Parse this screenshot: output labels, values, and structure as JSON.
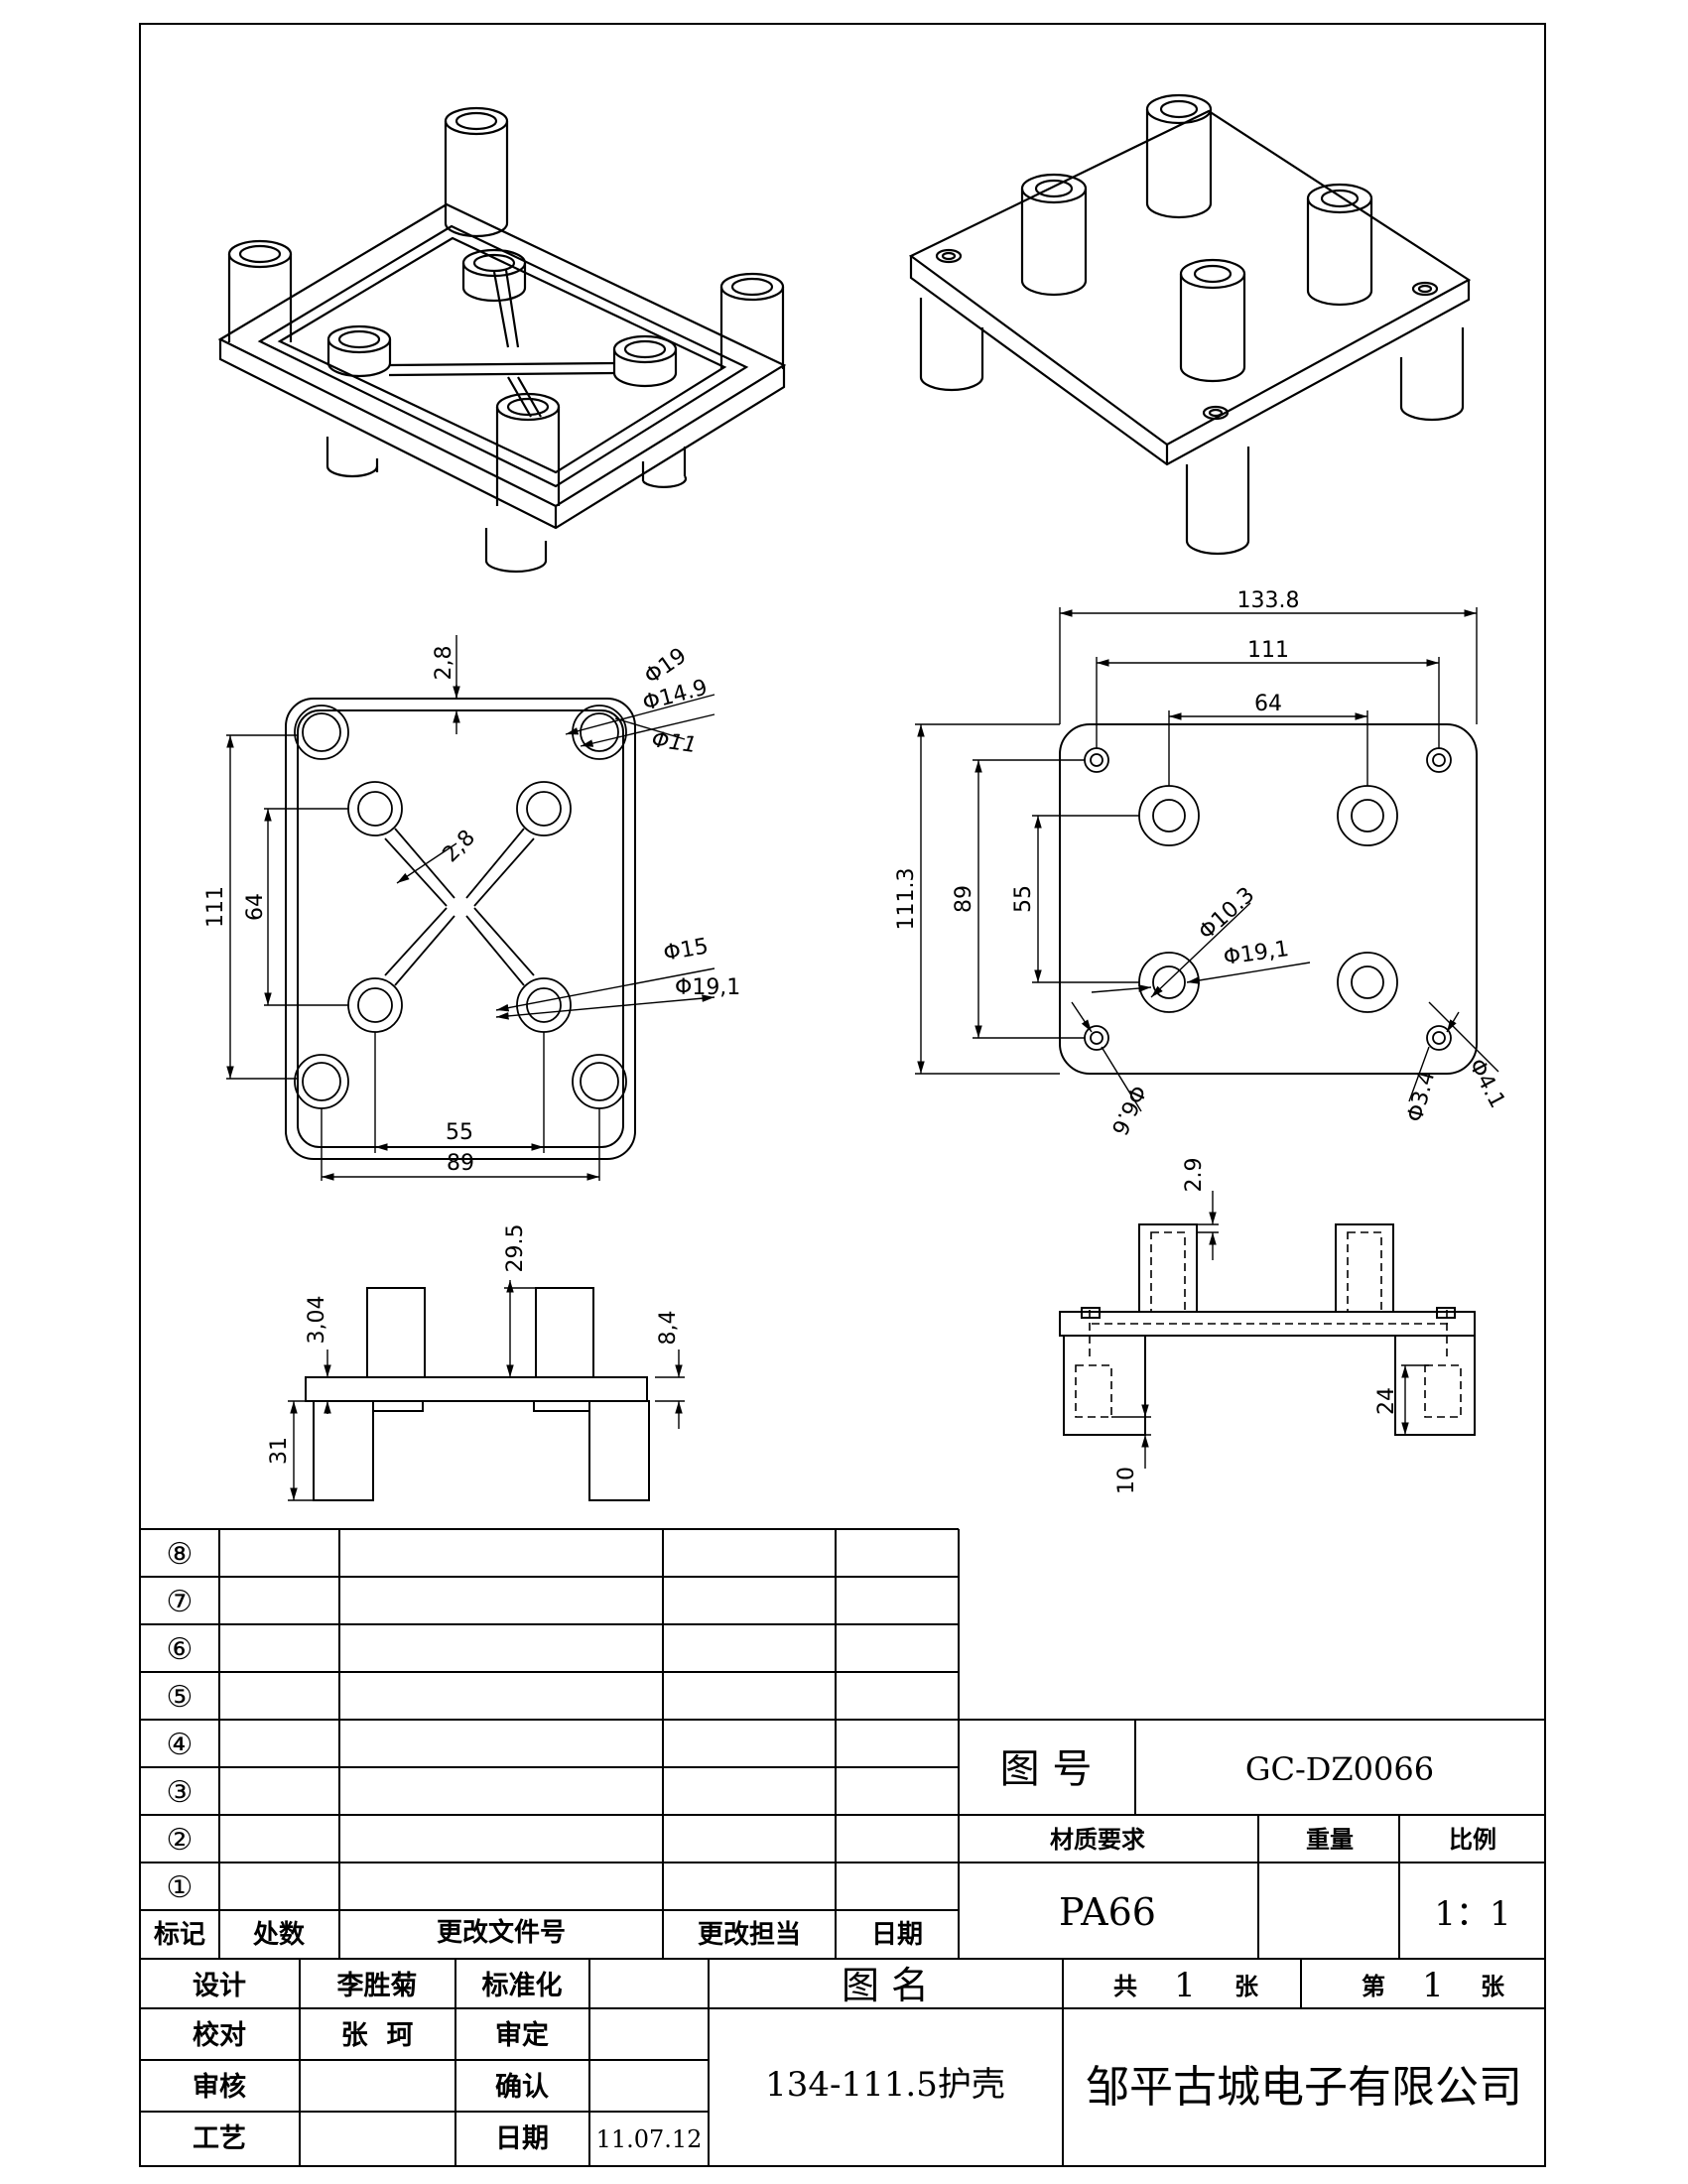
{
  "dimensions": {
    "top_view": {
      "wall": "2,8",
      "d19": "Φ19",
      "d149": "Φ14.9",
      "d11": "Φ11",
      "rib": "2,8",
      "d15": "Φ15",
      "d191": "Φ19,1",
      "h111": "111",
      "h64": "64",
      "w55": "55",
      "w89": "89"
    },
    "bottom_view": {
      "w1338": "133.8",
      "w111": "111",
      "w64": "64",
      "h1113": "111.3",
      "h89": "89",
      "h55": "55",
      "d103": "Φ10.3",
      "d191": "Φ19,1",
      "d66": "Φ6.6",
      "d34": "Φ3.4",
      "d41": "Φ4.1"
    },
    "side_view": {
      "h295": "29.5",
      "h304": "3,04",
      "h84": "8,4",
      "h31": "31"
    },
    "section_view": {
      "h29": "2.9",
      "h24": "24",
      "h10": "10"
    }
  },
  "revision_table": {
    "row_marks": [
      "⑧",
      "⑦",
      "⑥",
      "⑤",
      "④",
      "③",
      "②",
      "①"
    ],
    "headers": [
      "标记",
      "处数",
      "更改文件号",
      "更改担当",
      "日期"
    ]
  },
  "title_block": {
    "drawing_no_label": "图 号",
    "drawing_no": "GC-DZ0066",
    "material_label": "材质要求",
    "weight_label": "重量",
    "scale_label": "比例",
    "material": "PA66",
    "scale": "1：1",
    "name_label": "图 名",
    "total_label": "共",
    "total_value": "1",
    "sheet_unit": "张",
    "sheet_label": "第",
    "sheet_value": "1",
    "part_name": "134-111.5护壳",
    "company": "邹平古城电子有限公司",
    "roles": [
      {
        "label": "设计",
        "value": "李胜菊"
      },
      {
        "label": "校对",
        "value": "张  珂"
      },
      {
        "label": "审核",
        "value": ""
      },
      {
        "label": "工艺",
        "value": ""
      }
    ],
    "approvals": [
      {
        "label": "标准化",
        "value": ""
      },
      {
        "label": "审定",
        "value": ""
      },
      {
        "label": "确认",
        "value": ""
      },
      {
        "label": "日期",
        "value": "11.07.12"
      }
    ]
  }
}
